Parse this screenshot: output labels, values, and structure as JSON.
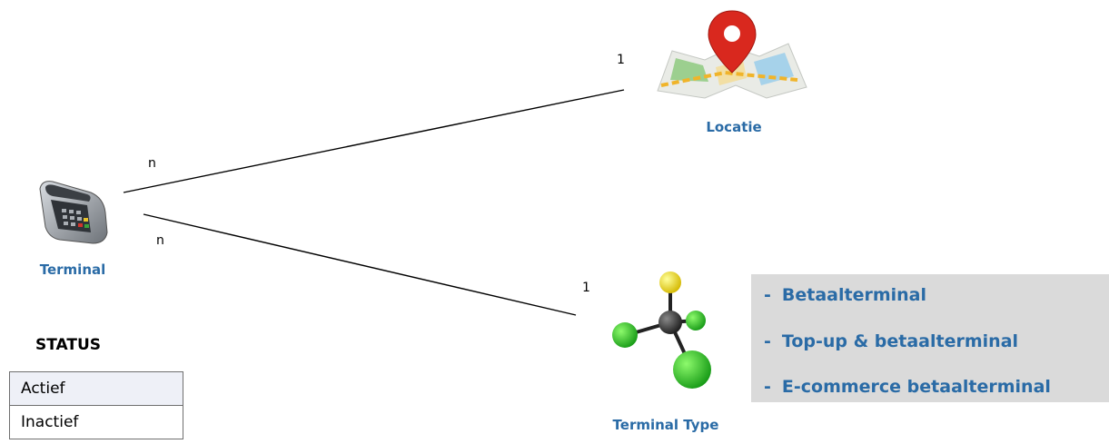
{
  "nodes": {
    "terminal": {
      "label": "Terminal",
      "icon": "payment-terminal-icon"
    },
    "locatie": {
      "label": "Locatie",
      "icon": "map-pin-icon"
    },
    "terminal_type": {
      "label": "Terminal Type",
      "icon": "molecule-icon"
    }
  },
  "relations": [
    {
      "from": "terminal",
      "to": "locatie",
      "from_mult": "n",
      "to_mult": "1"
    },
    {
      "from": "terminal",
      "to": "terminal_type",
      "from_mult": "n",
      "to_mult": "1"
    }
  ],
  "status": {
    "title": "STATUS",
    "values": [
      "Actief",
      "Inactief"
    ]
  },
  "terminal_types": {
    "bullet": "-",
    "items": [
      "Betaalterminal",
      "Top-up & betaalterminal",
      "E-commerce betaalterminal"
    ]
  },
  "colors": {
    "label_blue": "#2a6ba6",
    "panel_gray": "#dadada",
    "pin_red": "#d9281e"
  }
}
